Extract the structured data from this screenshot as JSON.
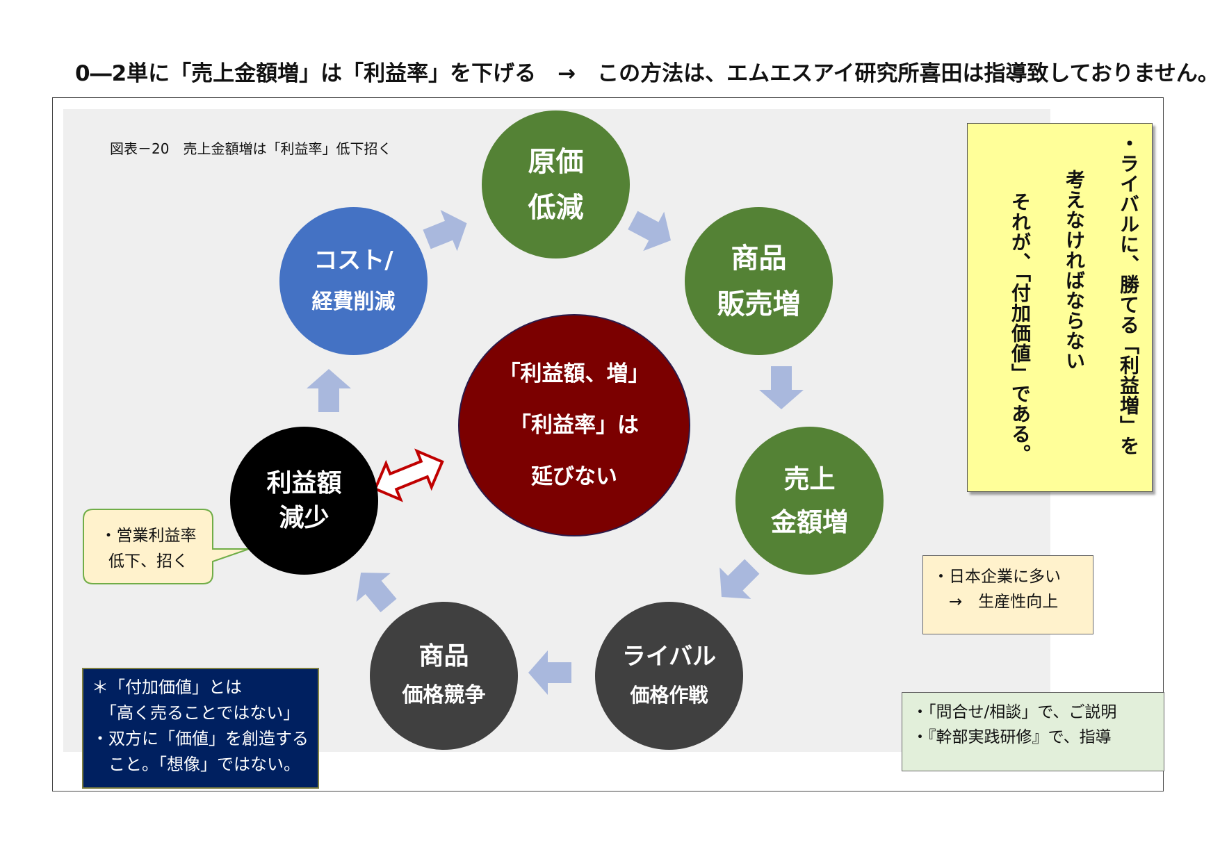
{
  "title": "0―2単に「売上金額増」は「利益率」を下げる　→　この方法は、エムエスアイ研究所喜田は指導致しておりません。",
  "caption": "図表－20　売上金額増は「利益率」低下招く",
  "center": {
    "lines": [
      "「利益額、増」",
      "「利益率」は",
      "延びない"
    ]
  },
  "cycle": {
    "genka": [
      "原価",
      "低減"
    ],
    "hanbai": [
      "商品",
      "販売増"
    ],
    "uriage": [
      "売上",
      "金額増"
    ],
    "rival": [
      "ライバル",
      "価格作戦"
    ],
    "kyoso": [
      "商品",
      "価格競争"
    ],
    "rieki": [
      "利益額",
      "減少"
    ],
    "cost": [
      "コスト/",
      "経費削減"
    ]
  },
  "callout": [
    "・営業利益率",
    "低下、招く"
  ],
  "yellow_note": [
    "・ライバルに、勝てる「利益増」を",
    "考えなければならない",
    "それが、「付加価値」である。"
  ],
  "peach_note": [
    "・日本企業に多い",
    "　→　生産性向上"
  ],
  "green_note": [
    "・「問合せ/相談」で、ご説明",
    "・『幹部実践研修』で、指導"
  ],
  "navy_note": [
    "＊「付加価値」とは",
    "　「高く売ることではない」",
    "・双方に「価値」を創造する",
    "　こと。「想像」ではない。"
  ],
  "colors": {
    "green": "#548235",
    "blue": "#4472c4",
    "grey": "#404040",
    "center_red": "#7b0000",
    "arrow": "#a9b8dd",
    "double_arrow": "#c00000"
  }
}
